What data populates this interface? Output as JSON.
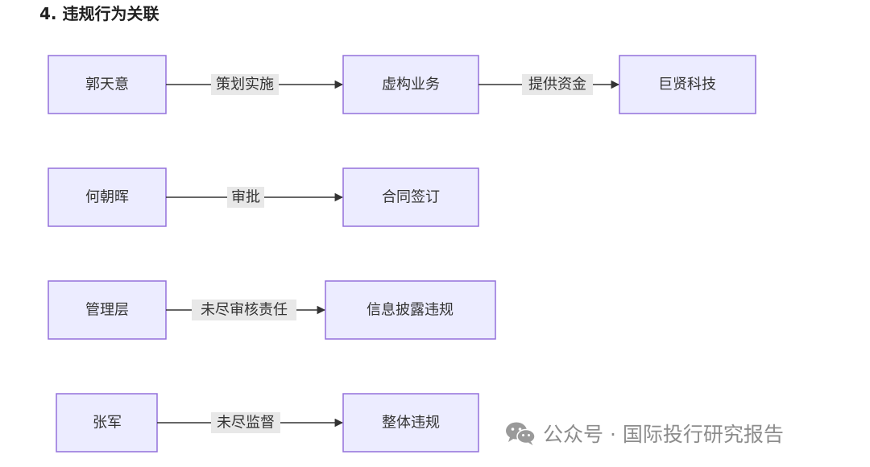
{
  "title": "4. 违规行为关联",
  "nodes": {
    "guo": "郭天意",
    "xugou": "虚构业务",
    "juxian": "巨贤科技",
    "he": "何朝晖",
    "hetong": "合同签订",
    "guanli": "管理层",
    "xinxi": "信息披露违规",
    "zhang": "张军",
    "zhengti": "整体违规"
  },
  "edges": {
    "e1": "策划实施",
    "e2": "提供资金",
    "e3": "审批",
    "e4": "未尽审核责任",
    "e5": "未尽监督"
  },
  "watermark": {
    "icon": "wechat-icon",
    "text": "公众号 · 国际投行研究报告"
  }
}
